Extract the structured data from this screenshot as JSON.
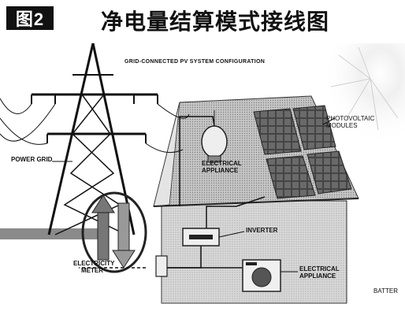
{
  "figure": {
    "number": "图2",
    "title": "净电量结算模式接线图"
  },
  "diagram": {
    "heading": "GRID-CONNECTED PV SYSTEM CONFIGURATION",
    "labels": {
      "power_grid": "POWER GRID",
      "electrical_appliance_roof": [
        "ELECTRICAL",
        "APPLIANCE"
      ],
      "photovoltaic_modules": [
        "PHOTOVOLTAIC",
        "MODULES"
      ],
      "inverter": "INVERTER",
      "electricity_meter": [
        "ELECTRICITY",
        "METER"
      ],
      "electrical_appliance_room": [
        "ELECTRICAL",
        "APPLIANCE"
      ],
      "battery": "BATTER"
    }
  },
  "colors": {
    "ink": "#111111",
    "house_fill": "#d6d6d6",
    "roof_fill": "#bdbdbd",
    "panel_fill": "#555555"
  },
  "icons": [
    "sun-icon",
    "transmission-tower-icon",
    "bulb-icon",
    "solar-panel-icon",
    "inverter-icon",
    "meter-icon",
    "appliance-icon"
  ]
}
